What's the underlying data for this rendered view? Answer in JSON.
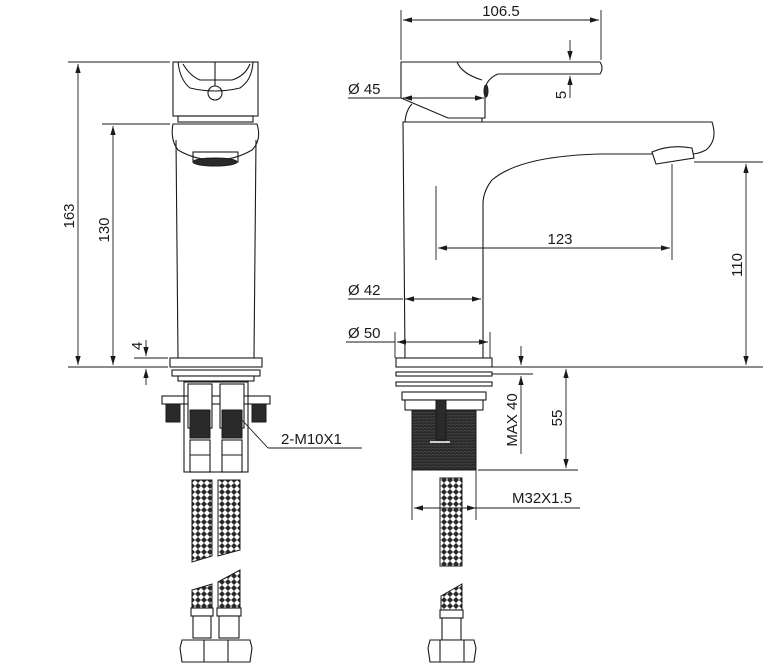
{
  "drawing": {
    "title": "Basin mixer tap technical drawing",
    "views": [
      "front-view",
      "side-view"
    ],
    "line_color": "#1a1a1a",
    "background": "#ffffff"
  },
  "front_view": {
    "dimensions": {
      "total_height": "163",
      "body_height": "130",
      "base_plate": "4"
    },
    "callouts": {
      "inlet_thread": "2-M10X1"
    }
  },
  "side_view": {
    "dimensions": {
      "overall_length": "106.5",
      "handle_thickness": "5",
      "handle_diameter": "Ø 45",
      "body_diameter": "Ø 42",
      "base_diameter": "Ø 50",
      "spout_reach": "123",
      "spout_height": "110",
      "max_deck_thickness": "MAX 40",
      "shank_length": "55",
      "shank_thread": "M32X1.5"
    }
  }
}
